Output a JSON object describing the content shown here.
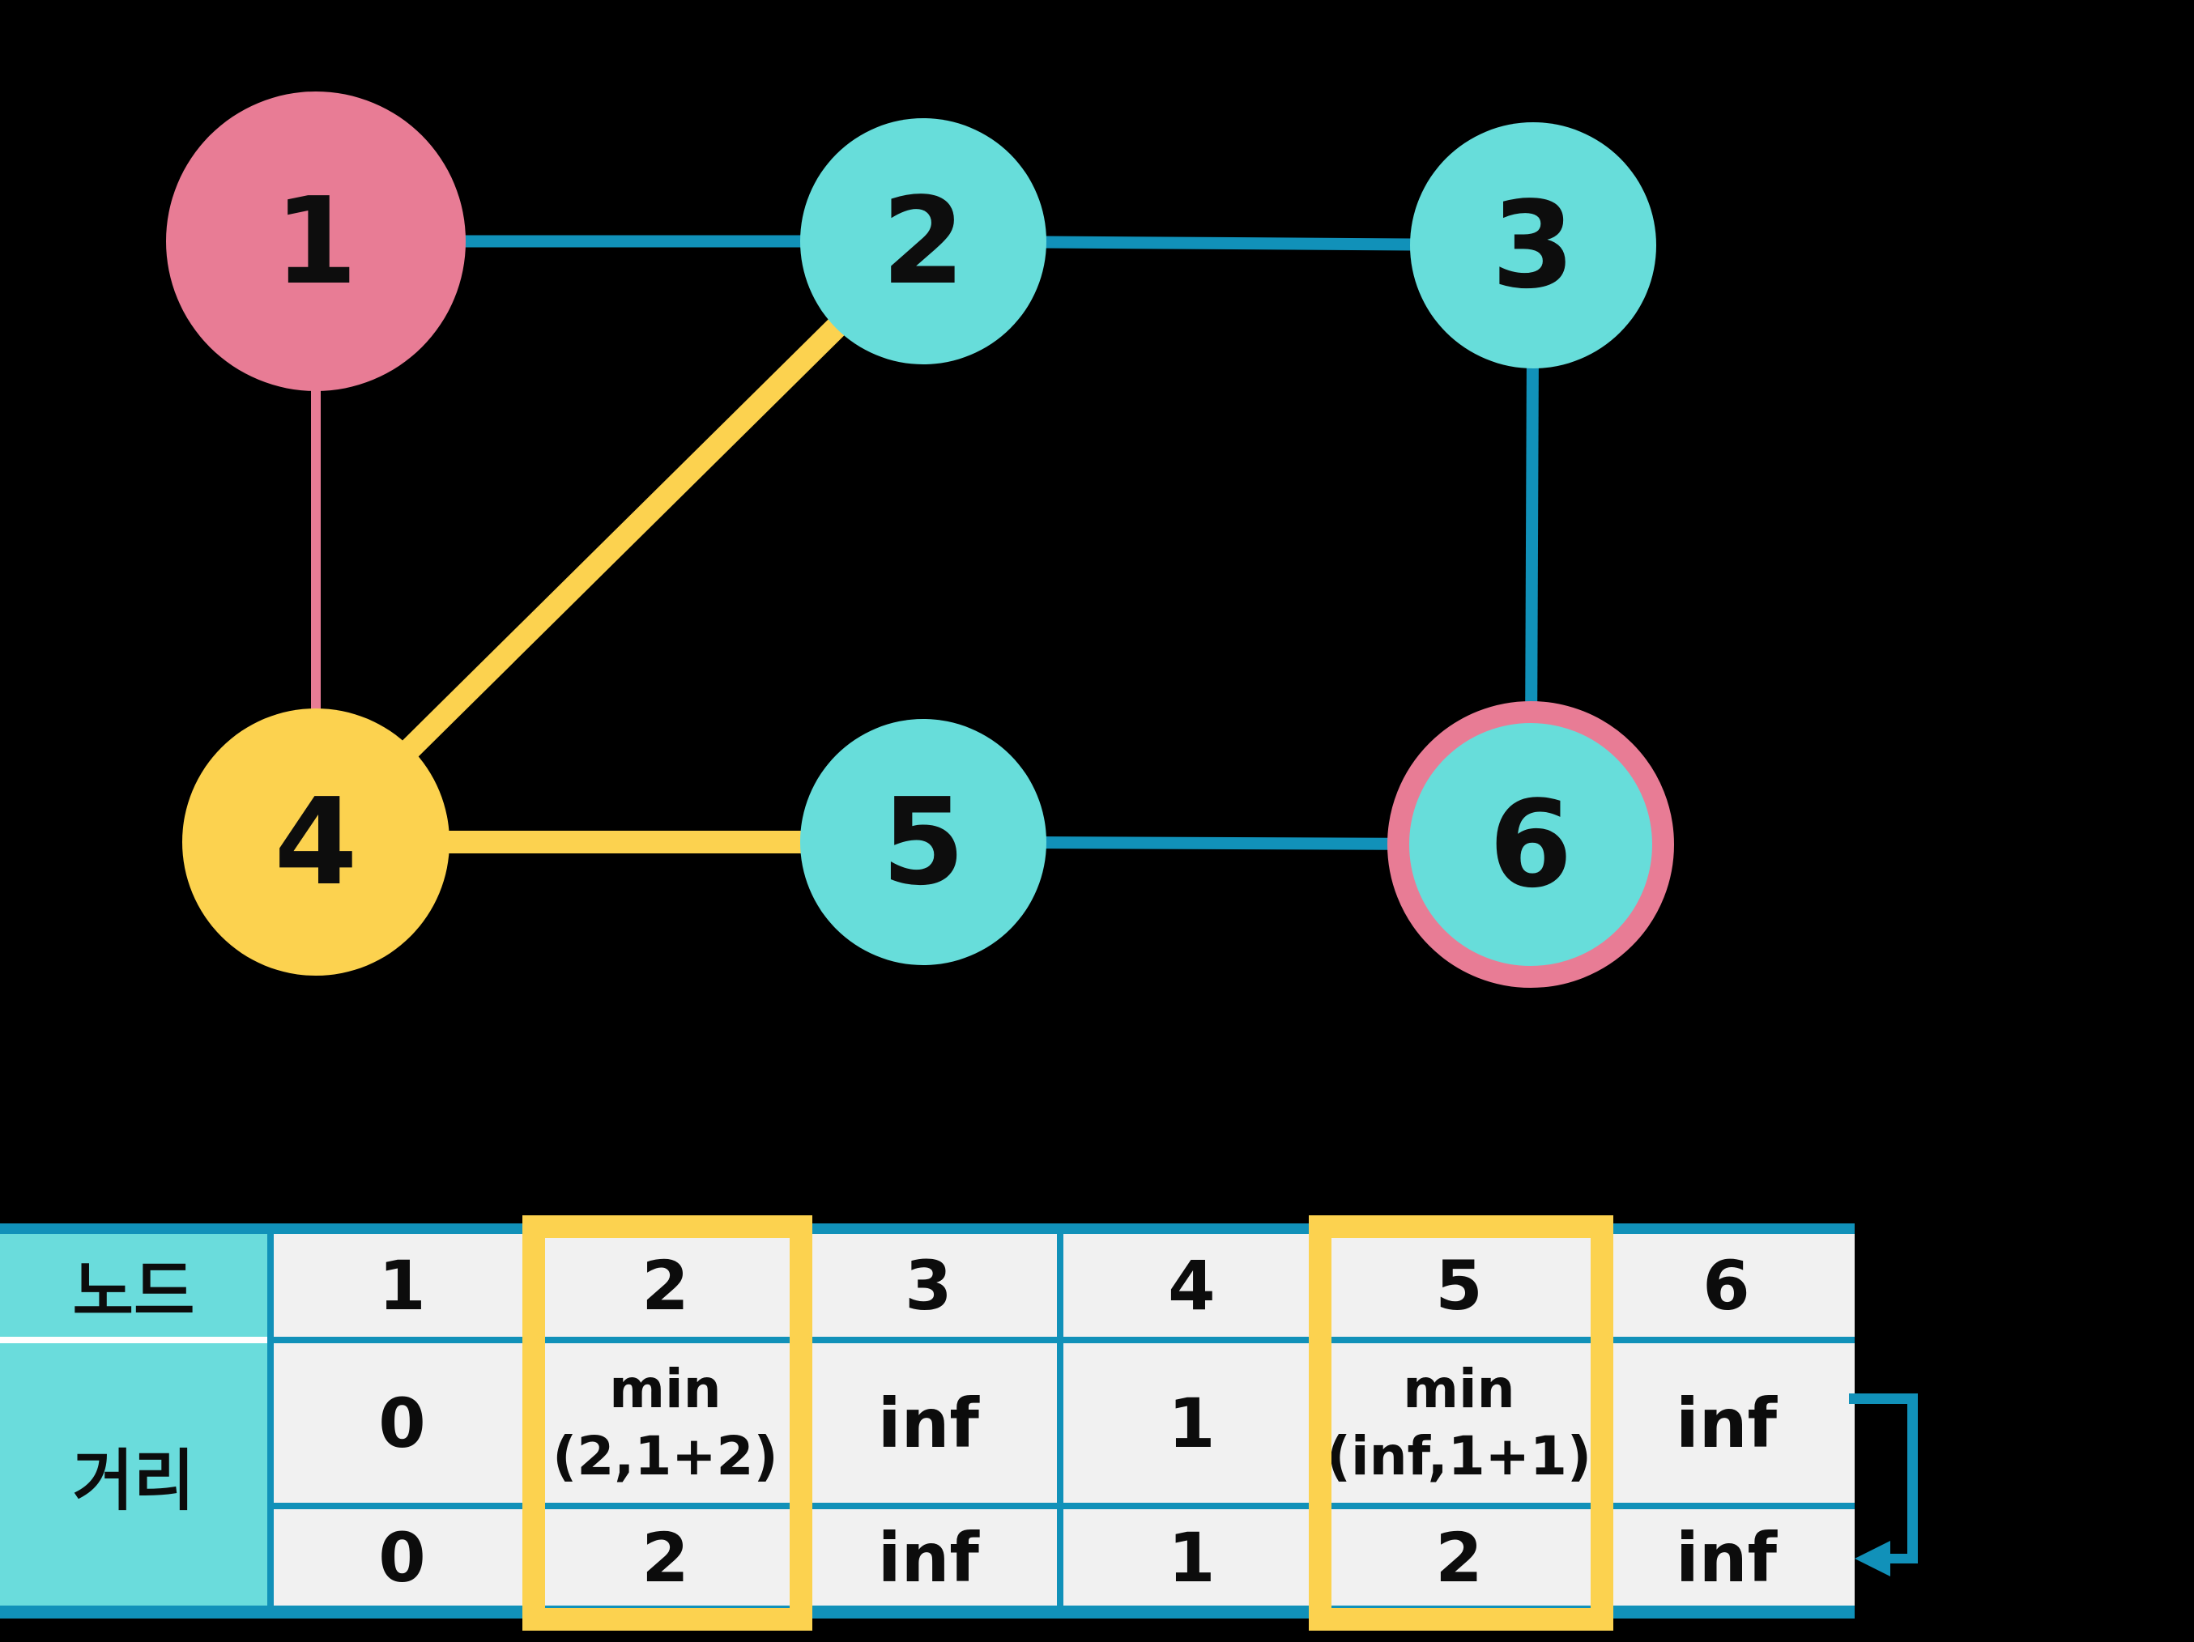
{
  "graph": {
    "nodes": [
      {
        "id": "1",
        "label": "1",
        "fill": "#e87c95",
        "role": "start-node"
      },
      {
        "id": "2",
        "label": "2",
        "fill": "#67ddda",
        "role": "unvisited-node"
      },
      {
        "id": "3",
        "label": "3",
        "fill": "#67ddda",
        "role": "unvisited-node"
      },
      {
        "id": "4",
        "label": "4",
        "fill": "#fcd24f",
        "role": "current-node"
      },
      {
        "id": "5",
        "label": "5",
        "fill": "#67ddda",
        "role": "unvisited-node"
      },
      {
        "id": "6",
        "label": "6",
        "fill": "#67ddda",
        "ring": "#e87c95",
        "role": "ringed-node"
      }
    ],
    "edges": [
      {
        "from": "1",
        "to": "2",
        "color": "teal"
      },
      {
        "from": "2",
        "to": "3",
        "color": "teal"
      },
      {
        "from": "1",
        "to": "4",
        "color": "pink"
      },
      {
        "from": "2",
        "to": "4",
        "color": "yellow"
      },
      {
        "from": "4",
        "to": "5",
        "color": "yellow"
      },
      {
        "from": "5",
        "to": "6",
        "color": "teal"
      },
      {
        "from": "3",
        "to": "6",
        "color": "teal"
      }
    ]
  },
  "table": {
    "corner_label": "노드",
    "row_label": "거리",
    "columns": [
      "1",
      "2",
      "3",
      "4",
      "5",
      "6"
    ],
    "distance_update": [
      "0",
      "min\n(2,1+2)",
      "inf",
      "1",
      "min\n(inf,1+1)",
      "inf"
    ],
    "distance_result": [
      "0",
      "2",
      "inf",
      "1",
      "2",
      "inf"
    ],
    "highlighted_columns": [
      "2",
      "5"
    ]
  },
  "colors": {
    "background": "#000000",
    "pink": "#e87c95",
    "cyan_node": "#67ddda",
    "yellow": "#fcd24f",
    "teal": "#1191b9",
    "cell_gray": "#f1f1f1",
    "label_cyan": "#6adcdc",
    "separator_white": "#ffffff"
  }
}
